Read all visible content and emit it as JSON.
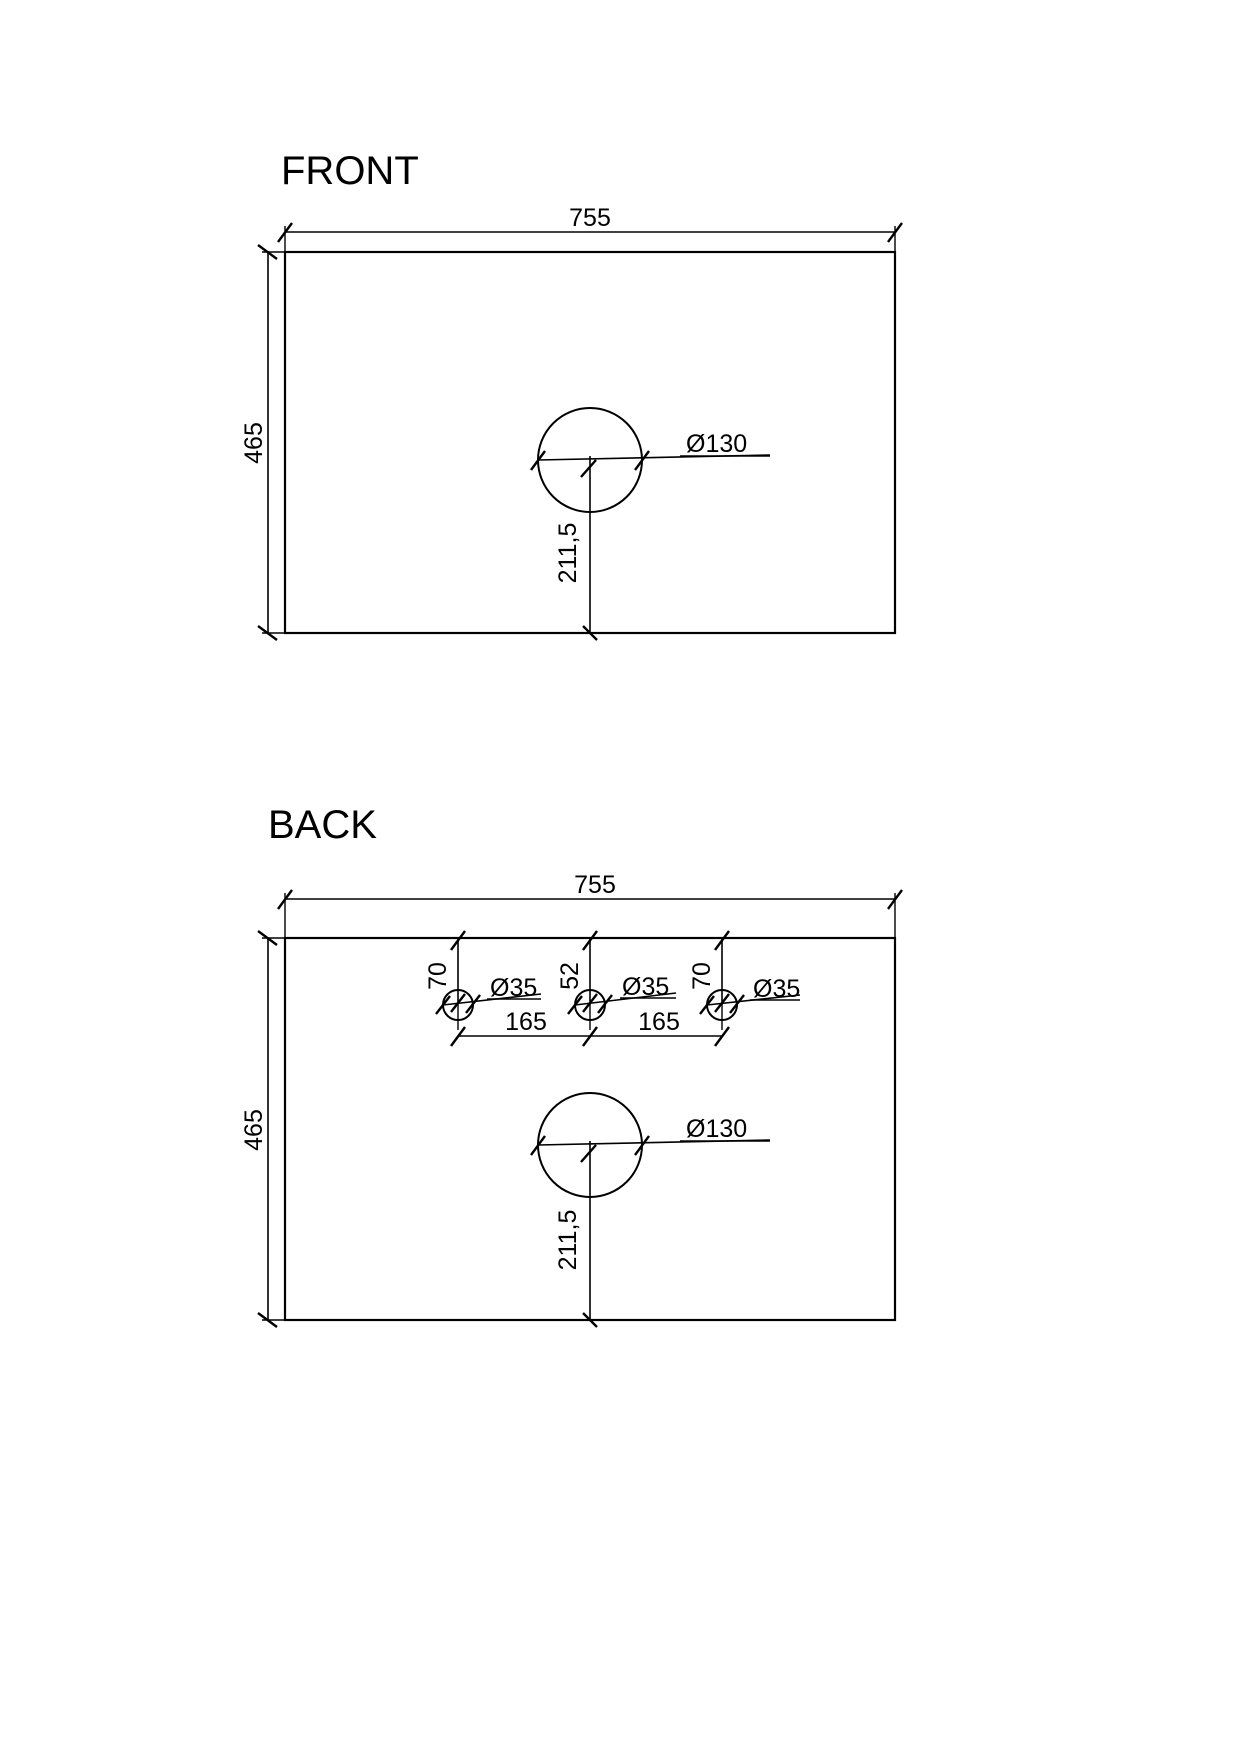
{
  "document": {
    "type": "technical-drawing",
    "units": "mm",
    "background_color": "#ffffff",
    "line_color": "#000000"
  },
  "views": [
    {
      "id": "front",
      "title": "FRONT",
      "panel": {
        "width_label": "755",
        "height_label": "465"
      },
      "features": [
        {
          "id": "front-main-hole",
          "diameter_label": "Ø130",
          "vertical_position_label": "211,5"
        }
      ]
    },
    {
      "id": "back",
      "title": "BACK",
      "panel": {
        "width_label": "755",
        "height_label": "465"
      },
      "spacing": {
        "left_label": "165",
        "right_label": "165"
      },
      "features": [
        {
          "id": "back-hole-left",
          "diameter_label": "Ø35",
          "offset_label": "70"
        },
        {
          "id": "back-hole-center",
          "diameter_label": "Ø35",
          "offset_label": "52"
        },
        {
          "id": "back-hole-right",
          "diameter_label": "Ø35",
          "offset_label": "70"
        },
        {
          "id": "back-main-hole",
          "diameter_label": "Ø130",
          "vertical_position_label": "211,5"
        }
      ]
    }
  ]
}
